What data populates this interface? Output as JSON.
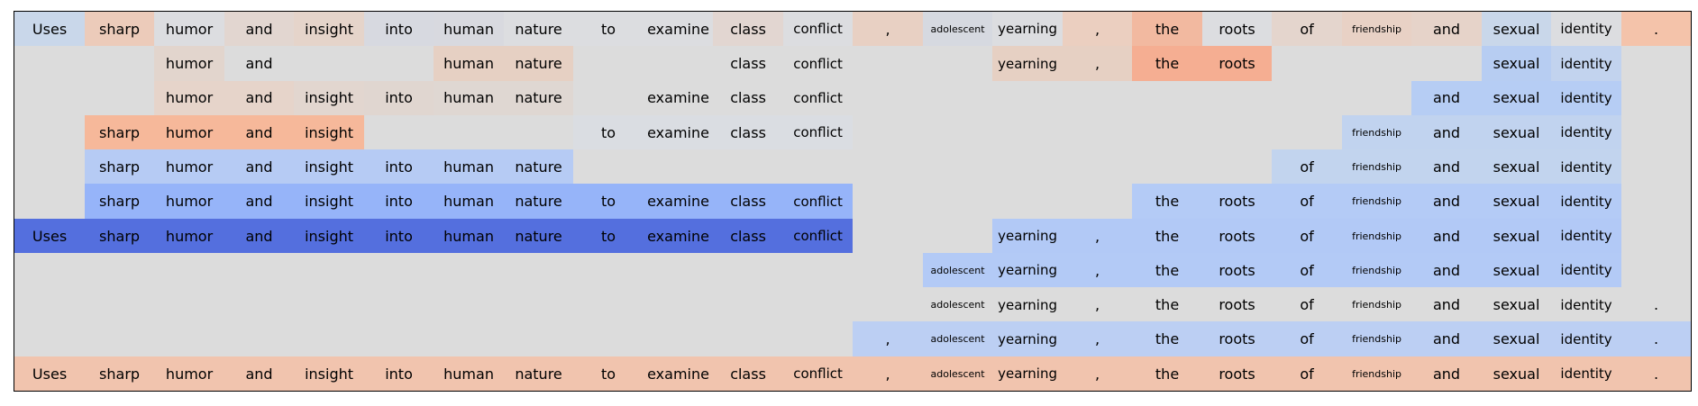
{
  "chart_data": {
    "type": "heatmap",
    "tokens": [
      "Uses",
      "sharp",
      "humor",
      "and",
      "insight",
      "into",
      "human",
      "nature",
      "to",
      "examine",
      "class",
      "conflict",
      ",",
      "adolescent",
      "yearning",
      ",",
      "the",
      "roots",
      "of",
      "friendship",
      "and",
      "sexual",
      "identity",
      "."
    ],
    "rows": [
      {
        "present": [
          1,
          1,
          1,
          1,
          1,
          1,
          1,
          1,
          1,
          1,
          1,
          1,
          1,
          1,
          1,
          1,
          1,
          1,
          1,
          1,
          1,
          1,
          1,
          1
        ],
        "colors": [
          "#c9d7ea",
          "#eccbba",
          "#dcdde0",
          "#e2d6d0",
          "#e5d4ca",
          "#d7d9e0",
          "#d8d9df",
          "#dcdde0",
          "#dcdde0",
          "#dcdde0",
          "#e2d6d1",
          "#dcdde0",
          "#e8d0c3",
          "#d6d9e0",
          "#dcdde0",
          "#ebcfc0",
          "#f2b9a0",
          "#dcdde0",
          "#e4d5cd",
          "#e8d1c5",
          "#e6d3c9",
          "#c9d7ea",
          "#dcdde0",
          "#f4c3aa"
        ]
      },
      {
        "present": [
          0,
          0,
          1,
          1,
          0,
          0,
          1,
          1,
          0,
          0,
          1,
          1,
          0,
          0,
          1,
          1,
          1,
          1,
          0,
          0,
          0,
          1,
          1,
          0
        ],
        "colors": [
          "#dcdcdc",
          "#dcdcdc",
          "#e2d5cd",
          "#dcdcdc",
          "#dcdcdc",
          "#dcdcdc",
          "#e6d0c3",
          "#e6d0c3",
          "#dcdcdc",
          "#dcdcdc",
          "#dcdcdc",
          "#dcdcdc",
          "#dcdcdc",
          "#dcdcdc",
          "#e6d0c3",
          "#e6d0c3",
          "#f5ae92",
          "#f5ae92",
          "#dcdcdc",
          "#dcdcdc",
          "#dcdcdc",
          "#b7cdf2",
          "#c2d3ee",
          "#dcdcdc"
        ]
      },
      {
        "present": [
          0,
          0,
          1,
          1,
          1,
          1,
          1,
          1,
          0,
          1,
          1,
          1,
          0,
          0,
          0,
          0,
          0,
          0,
          0,
          0,
          1,
          1,
          1,
          0
        ],
        "colors": [
          "#dcdcdc",
          "#dcdcdc",
          "#e6d4ca",
          "#e6d4ca",
          "#e2d6cf",
          "#e0d6d0",
          "#dfd7d2",
          "#dfd7d2",
          "#dcdcdc",
          "#dcdcdc",
          "#dcdcdc",
          "#dcdcdc",
          "#dcdcdc",
          "#dcdcdc",
          "#dcdcdc",
          "#dcdcdc",
          "#dcdcdc",
          "#dcdcdc",
          "#dcdcdc",
          "#dcdcdc",
          "#b6cdf4",
          "#b6cdf4",
          "#b6cdf4",
          "#dcdcdc"
        ]
      },
      {
        "present": [
          0,
          1,
          1,
          1,
          1,
          0,
          0,
          0,
          1,
          1,
          1,
          1,
          0,
          0,
          0,
          0,
          0,
          0,
          0,
          1,
          1,
          1,
          1,
          0
        ],
        "colors": [
          "#dcdcdc",
          "#f6b89a",
          "#f6b89a",
          "#f6b89a",
          "#f6b89a",
          "#dcdcdc",
          "#dcdcdc",
          "#dcdcdc",
          "#dadde2",
          "#dadde2",
          "#dadde2",
          "#dadde2",
          "#dcdcdc",
          "#dcdcdc",
          "#dcdcdc",
          "#dcdcdc",
          "#dcdcdc",
          "#dcdcdc",
          "#dcdcdc",
          "#c1d3ef",
          "#c1d3ef",
          "#c1d3ef",
          "#c1d3ef",
          "#dcdcdc"
        ]
      },
      {
        "present": [
          0,
          1,
          1,
          1,
          1,
          1,
          1,
          1,
          0,
          0,
          0,
          0,
          0,
          0,
          0,
          0,
          0,
          0,
          1,
          1,
          1,
          1,
          1,
          0
        ],
        "colors": [
          "#dcdcdc",
          "#b6cbf4",
          "#b6cbf4",
          "#b6cbf4",
          "#b6cbf4",
          "#b6cbf4",
          "#b6cbf4",
          "#b6cbf4",
          "#dcdcdc",
          "#dcdcdc",
          "#dcdcdc",
          "#dcdcdc",
          "#dcdcdc",
          "#dcdcdc",
          "#dcdcdc",
          "#dcdcdc",
          "#dcdcdc",
          "#dcdcdc",
          "#c2d4ee",
          "#c2d4ee",
          "#c2d4ee",
          "#c2d4ee",
          "#c2d4ee",
          "#dcdcdc"
        ]
      },
      {
        "present": [
          0,
          1,
          1,
          1,
          1,
          1,
          1,
          1,
          1,
          1,
          1,
          1,
          0,
          0,
          0,
          0,
          1,
          1,
          1,
          1,
          1,
          1,
          1,
          0
        ],
        "colors": [
          "#dcdcdc",
          "#96b4f9",
          "#96b4f9",
          "#96b4f9",
          "#96b4f9",
          "#96b4f9",
          "#96b4f9",
          "#96b4f9",
          "#96b4f9",
          "#96b4f9",
          "#96b4f9",
          "#96b4f9",
          "#dcdcdc",
          "#dcdcdc",
          "#dcdcdc",
          "#dcdcdc",
          "#b4cbf6",
          "#b4cbf6",
          "#b4cbf6",
          "#b4cbf6",
          "#b4cbf6",
          "#b4cbf6",
          "#b4cbf6",
          "#dcdcdc"
        ]
      },
      {
        "present": [
          1,
          1,
          1,
          1,
          1,
          1,
          1,
          1,
          1,
          1,
          1,
          1,
          0,
          0,
          1,
          1,
          1,
          1,
          1,
          1,
          1,
          1,
          1,
          0
        ],
        "colors": [
          "#546fde",
          "#546fde",
          "#546fde",
          "#546fde",
          "#546fde",
          "#546fde",
          "#546fde",
          "#546fde",
          "#546fde",
          "#546fde",
          "#546fde",
          "#546fde",
          "#dcdcdc",
          "#dcdcdc",
          "#b2c9f6",
          "#b2c9f6",
          "#b2c9f6",
          "#b2c9f6",
          "#b2c9f6",
          "#b2c9f6",
          "#b2c9f6",
          "#b2c9f6",
          "#b2c9f6",
          "#dcdcdc"
        ]
      },
      {
        "present": [
          0,
          0,
          0,
          0,
          0,
          0,
          0,
          0,
          0,
          0,
          0,
          0,
          0,
          1,
          1,
          1,
          1,
          1,
          1,
          1,
          1,
          1,
          1,
          0
        ],
        "colors": [
          "#dcdcdc",
          "#dcdcdc",
          "#dcdcdc",
          "#dcdcdc",
          "#dcdcdc",
          "#dcdcdc",
          "#dcdcdc",
          "#dcdcdc",
          "#dcdcdc",
          "#dcdcdc",
          "#dcdcdc",
          "#dcdcdc",
          "#dcdcdc",
          "#b3caf6",
          "#b3caf6",
          "#b3caf6",
          "#b3caf6",
          "#b3caf6",
          "#b3caf6",
          "#b3caf6",
          "#b3caf6",
          "#b3caf6",
          "#b3caf6",
          "#dcdcdc"
        ]
      },
      {
        "present": [
          0,
          0,
          0,
          0,
          0,
          0,
          0,
          0,
          0,
          0,
          0,
          0,
          0,
          1,
          1,
          1,
          1,
          1,
          1,
          1,
          1,
          1,
          1,
          1
        ],
        "colors": [
          "#dcdcdc",
          "#dcdcdc",
          "#dcdcdc",
          "#dcdcdc",
          "#dcdcdc",
          "#dcdcdc",
          "#dcdcdc",
          "#dcdcdc",
          "#dcdcdc",
          "#dcdcdc",
          "#dcdcdc",
          "#dcdcdc",
          "#dcdcdc",
          "#dcdcdc",
          "#dcdcdc",
          "#dcdcdc",
          "#dcdcdc",
          "#dcdcdc",
          "#dcdcdc",
          "#dcdcdc",
          "#dcdcdc",
          "#dcdcdc",
          "#dcdcdc",
          "#dcdcdc"
        ]
      },
      {
        "present": [
          0,
          0,
          0,
          0,
          0,
          0,
          0,
          0,
          0,
          0,
          0,
          0,
          1,
          1,
          1,
          1,
          1,
          1,
          1,
          1,
          1,
          1,
          1,
          1
        ],
        "colors": [
          "#dcdcdc",
          "#dcdcdc",
          "#dcdcdc",
          "#dcdcdc",
          "#dcdcdc",
          "#dcdcdc",
          "#dcdcdc",
          "#dcdcdc",
          "#dcdcdc",
          "#dcdcdc",
          "#dcdcdc",
          "#dcdcdc",
          "#bccff3",
          "#bccff3",
          "#bccff3",
          "#bccff3",
          "#bccff3",
          "#bccff3",
          "#bccff3",
          "#bccff3",
          "#bccff3",
          "#bccff3",
          "#bccff3",
          "#bccff3"
        ]
      },
      {
        "present": [
          1,
          1,
          1,
          1,
          1,
          1,
          1,
          1,
          1,
          1,
          1,
          1,
          1,
          1,
          1,
          1,
          1,
          1,
          1,
          1,
          1,
          1,
          1,
          1
        ],
        "colors": [
          "#f1c4ae",
          "#f1c4ae",
          "#f1c4ae",
          "#f1c4ae",
          "#f1c4ae",
          "#f1c4ae",
          "#f1c4ae",
          "#f1c4ae",
          "#f1c4ae",
          "#f1c4ae",
          "#f1c4ae",
          "#f1c4ae",
          "#f1c4ae",
          "#f1c4ae",
          "#f1c4ae",
          "#f1c4ae",
          "#f1c4ae",
          "#f1c4ae",
          "#f1c4ae",
          "#f1c4ae",
          "#f1c4ae",
          "#f1c4ae",
          "#f1c4ae",
          "#f1c4ae"
        ]
      }
    ]
  }
}
